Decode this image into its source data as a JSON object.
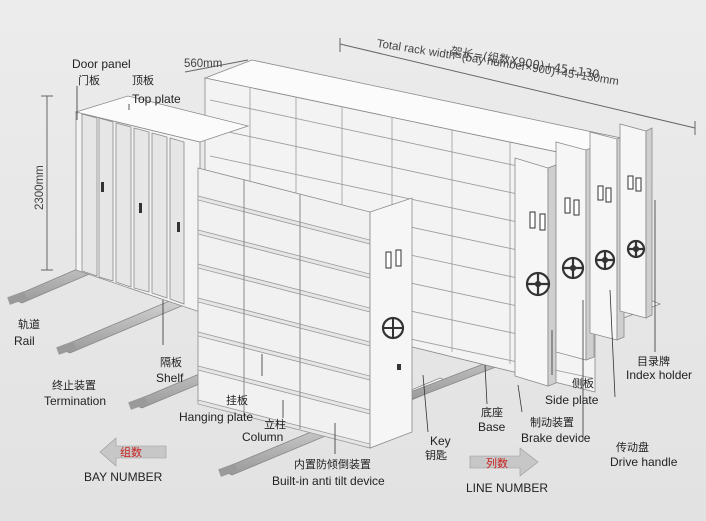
{
  "labels": {
    "door_panel": {
      "en": "Door panel",
      "zh": "门板"
    },
    "top_plate": {
      "en": "Top plate",
      "zh": "顶板"
    },
    "depth": "560mm",
    "height": "2300mm",
    "total_width": {
      "zh": "架长=(组数X900)+45+130",
      "en": "Total rack width=(bay number×900)+45+130mm"
    },
    "rail": {
      "en": "Rail",
      "zh": "轨道"
    },
    "termination": {
      "en": "Termination",
      "zh": "终止装置"
    },
    "shelf": {
      "en": "Shelf",
      "zh": "隔板"
    },
    "hanging_plate": {
      "en": "Hanging plate",
      "zh": "挂板"
    },
    "column": {
      "en": "Column",
      "zh": "立柱"
    },
    "anti_tilt": {
      "en": "Built-in anti tilt device",
      "zh": "内置防倾倒装置"
    },
    "key": {
      "en": "Key",
      "zh": "钥匙"
    },
    "base": {
      "en": "Base",
      "zh": "底座"
    },
    "brake": {
      "en": "Brake device",
      "zh": "制动装置"
    },
    "side_plate": {
      "en": "Side plate",
      "zh": "侧板"
    },
    "drive_handle": {
      "en": "Drive handle",
      "zh": "传动盘"
    },
    "index_holder": {
      "en": "Index holder",
      "zh": "目录牌"
    },
    "bay_number": {
      "en": "BAY NUMBER",
      "zh": "组数"
    },
    "line_number": {
      "en": "LINE NUMBER",
      "zh": "列数"
    }
  },
  "colors": {
    "background": "#e8e8e8",
    "cabinet_face": "#f4f4f4",
    "cabinet_side": "#d2d2d2",
    "outline": "#8a8a8a",
    "arrow_accent": "#c81e1e"
  }
}
